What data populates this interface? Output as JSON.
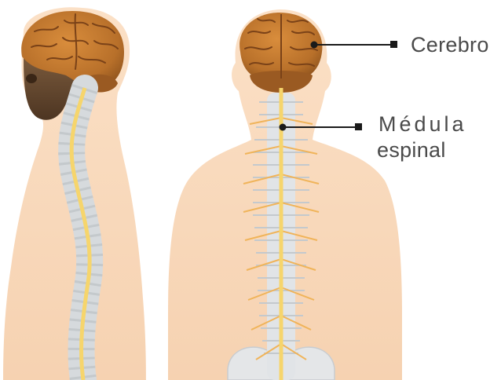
{
  "labels": {
    "brain": "Cerebro",
    "spinal_cord_line1": "Médula",
    "spinal_cord_line2": "espinal"
  },
  "colors": {
    "skin": "#f9d9bd",
    "brain": "#c07a2c",
    "brain_dark": "#8a4f1e",
    "spine_bone": "#d9dcdf",
    "spinal_cord": "#f5d36a",
    "nerve": "#f0b45a",
    "leader_line": "#1a1a1a",
    "label_text": "#4a4a4a"
  }
}
